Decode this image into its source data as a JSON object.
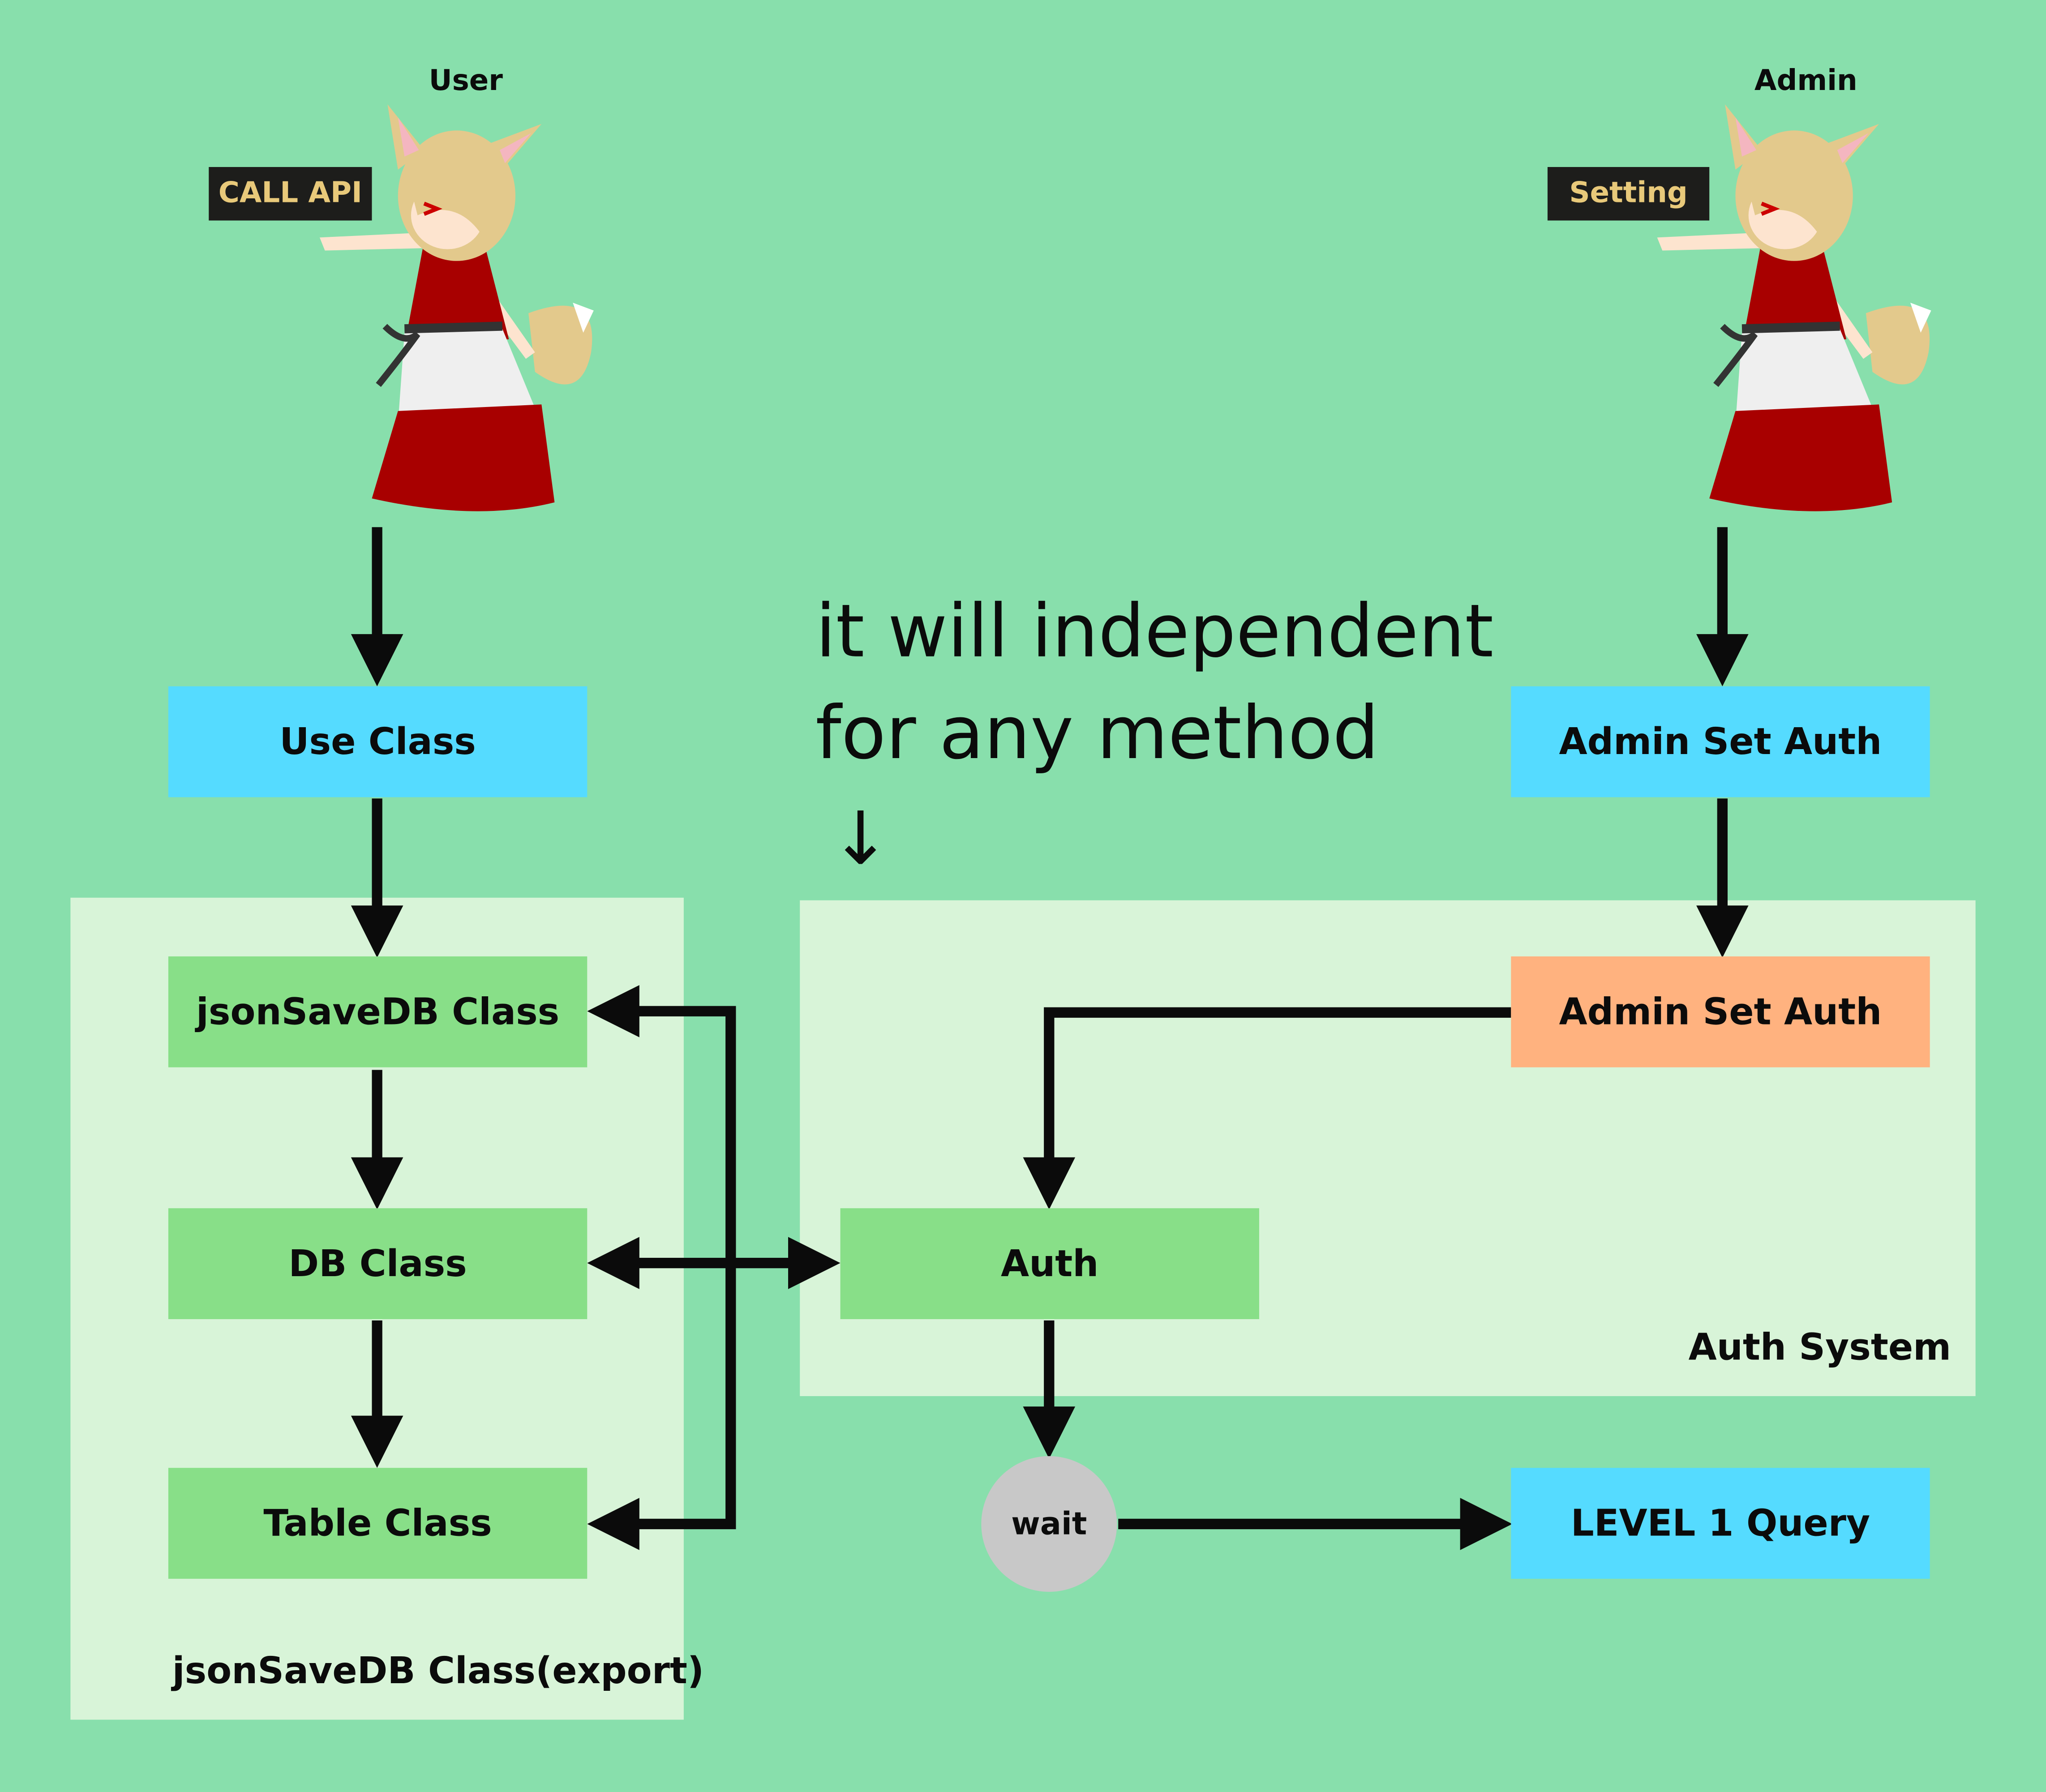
{
  "actors": {
    "user": {
      "label": "User",
      "action": "CALL API"
    },
    "admin": {
      "label": "Admin",
      "action": "Setting"
    }
  },
  "groups": {
    "left": {
      "label": "jsonSaveDB Class(export)"
    },
    "right": {
      "label": "Auth System"
    }
  },
  "nodes": {
    "use_class": "Use Class",
    "jsonsavedb_class": "jsonSaveDB Class",
    "db_class": "DB Class",
    "table_class": "Table Class",
    "admin_set_auth_top": "Admin Set Auth",
    "admin_set_auth_inner": "Admin Set Auth",
    "auth": "Auth",
    "wait": "wait",
    "level1_query": "LEVEL 1 Query"
  },
  "annotation": {
    "line1": "it will independent",
    "line2": "for any method",
    "arrow": "↓"
  },
  "colors": {
    "background": "#88dfac",
    "group": "#d8f4d8",
    "blue_node": "#55dbff",
    "green_node": "#88df88",
    "orange_node": "#ffb27f",
    "wait_node": "#c8c8c8",
    "edge": "#0b0b0b",
    "tag": "#1d1d1b",
    "tag_text": "#e8c97a"
  }
}
